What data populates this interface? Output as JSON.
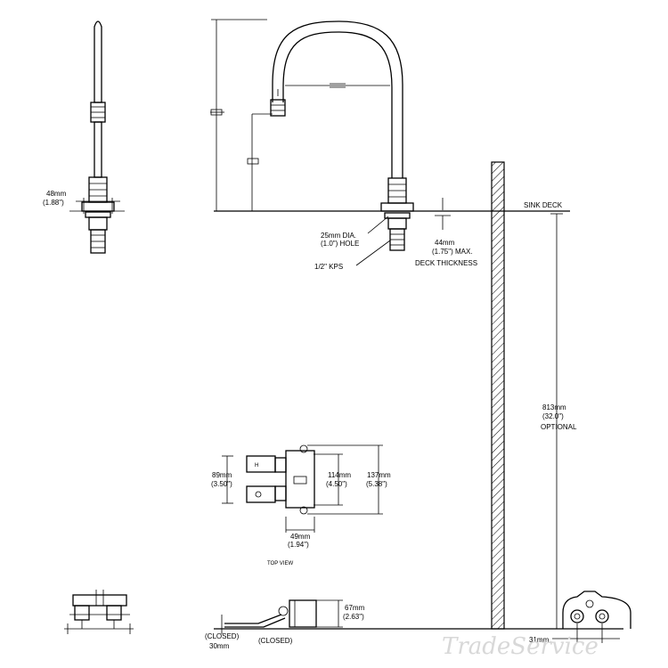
{
  "labels": {
    "sink_deck": "SINK DECK",
    "hole_mm": "25mm DIA.",
    "hole_in": "(1.0\") HOLE",
    "deck_mm": "44mm",
    "deck_in": "(1.75\") MAX.",
    "deck_note": "DECK THICKNESS",
    "kps": "1/2\" KPS",
    "side_mm": "48mm",
    "side_in": "(1.88\")",
    "height_mm": "813mm",
    "height_in": "(32.0\")",
    "optional": "OPTIONAL",
    "top_a_mm": "89mm",
    "top_a_in": "(3.50\")",
    "top_b_mm": "114mm",
    "top_b_in": "(4.50\")",
    "top_c_mm": "137mm",
    "top_c_in": "(5.38\")",
    "top_d_mm": "49mm",
    "top_d_in": "(1.94\")",
    "top_view": "TOP VIEW",
    "pedal_mm": "67mm",
    "pedal_in": "(2.63\")",
    "closed_a": "(CLOSED)",
    "closed_b": "(CLOSED)",
    "closed_mm": "30mm",
    "bottom_mm": "31mm",
    "watermark": "TradeService"
  }
}
